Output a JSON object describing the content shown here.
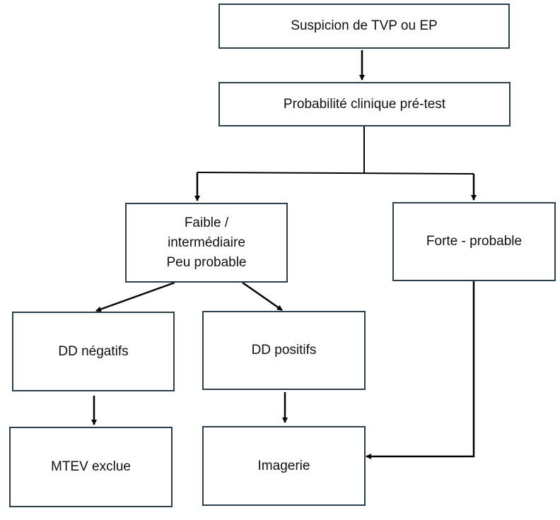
{
  "diagram": {
    "nodes": {
      "suspicion": {
        "label": "Suspicion de TVP ou EP"
      },
      "probabilite": {
        "label": "Probabilité clinique pré-test"
      },
      "faible": {
        "lines": [
          "Faible /",
          "intermédiaire",
          "Peu probable"
        ]
      },
      "forte": {
        "label": "Forte - probable"
      },
      "dd_negatifs": {
        "label": "DD négatifs"
      },
      "dd_positifs": {
        "label": "DD positifs"
      },
      "mtev_exclue": {
        "label": "MTEV exclue"
      },
      "imagerie": {
        "label": "Imagerie"
      }
    },
    "edges": [
      {
        "from": "suspicion",
        "to": "probabilite"
      },
      {
        "from": "probabilite",
        "to": "faible"
      },
      {
        "from": "probabilite",
        "to": "forte"
      },
      {
        "from": "faible",
        "to": "dd_negatifs"
      },
      {
        "from": "faible",
        "to": "dd_positifs"
      },
      {
        "from": "dd_negatifs",
        "to": "mtev_exclue"
      },
      {
        "from": "dd_positifs",
        "to": "imagerie"
      },
      {
        "from": "forte",
        "to": "imagerie"
      }
    ],
    "colors": {
      "box_border": "#2b3f4c",
      "line": "#000000",
      "text": "#111111"
    }
  }
}
